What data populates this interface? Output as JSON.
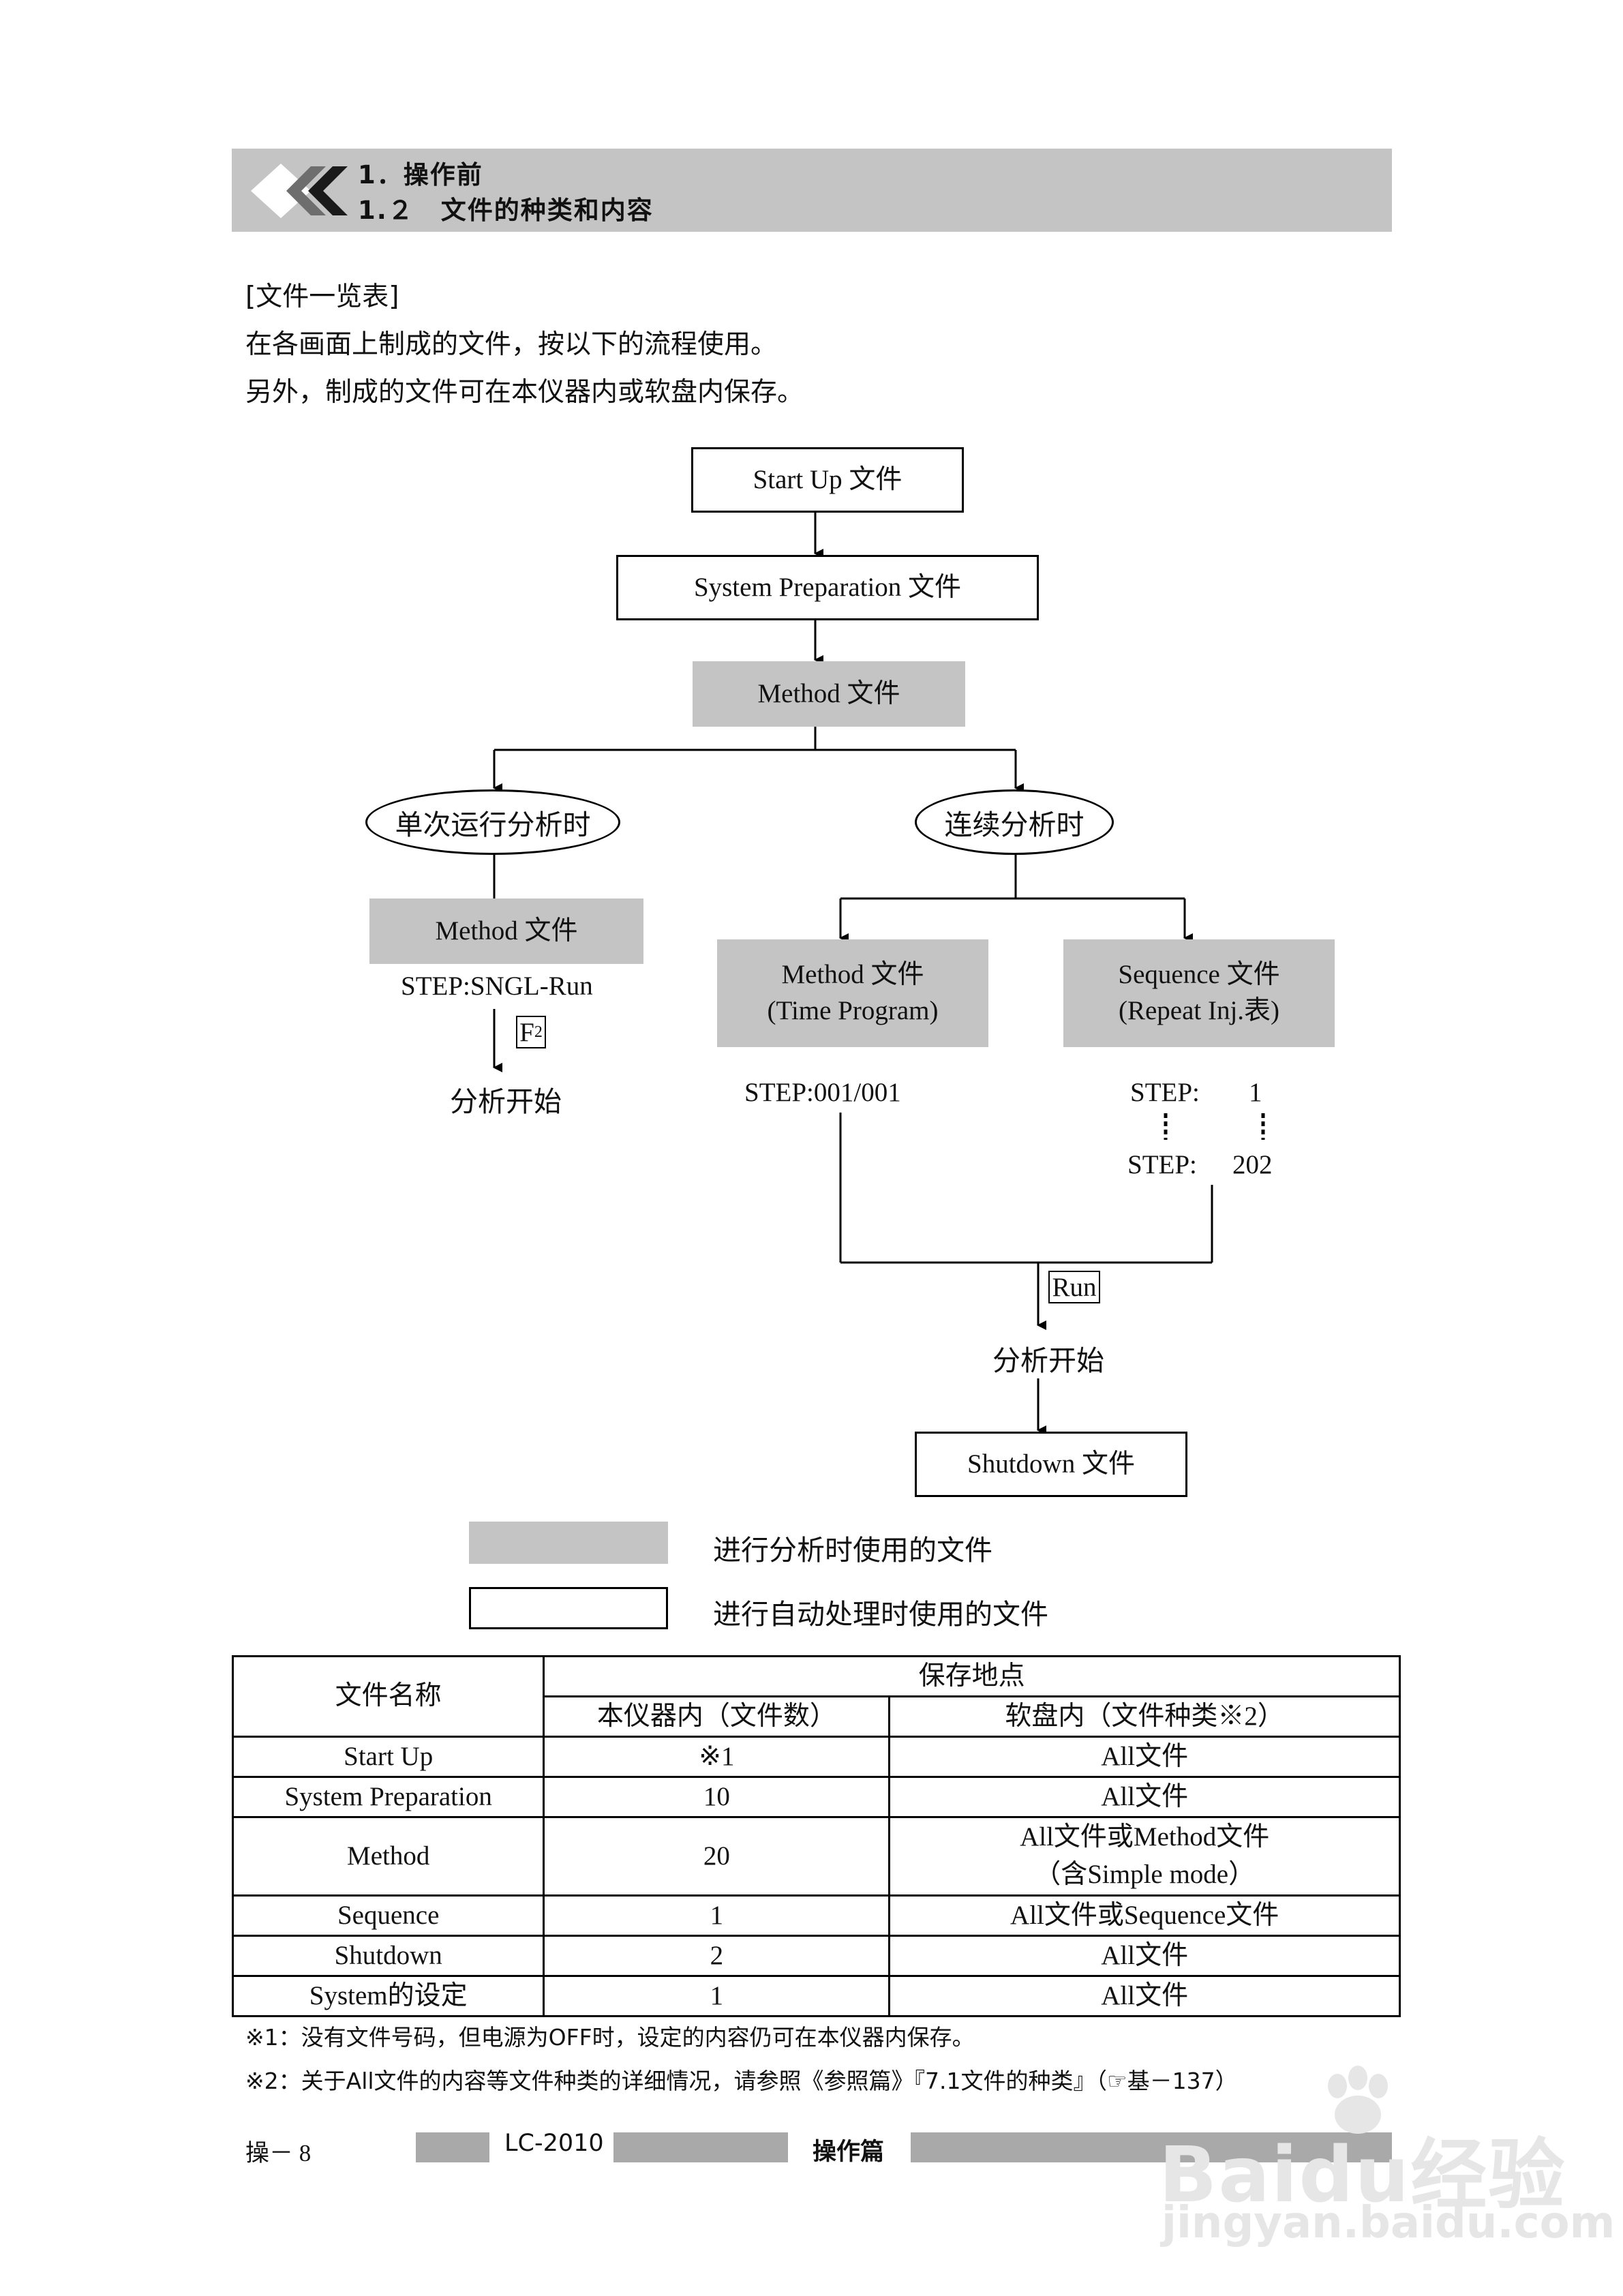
{
  "header": {
    "chapter": "1．操作前",
    "section": "1.２　文件的种类和内容"
  },
  "intro": {
    "heading": "[文件一览表]",
    "line1": "在各画面上制成的文件，按以下的流程使用。",
    "line2": "另外，制成的文件可在本仪器内或软盘内保存。"
  },
  "flow": {
    "startup": "Start Up 文件",
    "sysprep": "System Preparation 文件",
    "method_top": "Method 文件",
    "branch_single": "单次运行分析时",
    "branch_continuous": "连续分析时",
    "method_single": "Method 文件",
    "step_single": "STEP:SNGL-Run",
    "key_f": "F",
    "key_f_sub": "2",
    "start_single": "分析开始",
    "method_time_line1": "Method 文件",
    "method_time_line2": "(Time Program)",
    "sequence_line1": "Sequence 文件",
    "sequence_line2": "(Repeat Inj.表)",
    "step_method": "STEP:001/001",
    "step_seq_label1": "STEP:",
    "step_seq_val1": "1",
    "step_seq_label2": "STEP:",
    "step_seq_val2": "202",
    "key_run": "Run",
    "start_continuous": "分析开始",
    "shutdown": "Shutdown 文件"
  },
  "legend": {
    "gray_label": "进行分析时使用的文件",
    "white_label": "进行自动处理时使用的文件"
  },
  "table": {
    "col_name": "文件名称",
    "col_location": "保存地点",
    "col_internal": "本仪器内（文件数）",
    "col_floppy": "软盘内（文件种类※2）",
    "rows": [
      {
        "name": "Start Up",
        "internal": "※1",
        "floppy": "All文件"
      },
      {
        "name": "System Preparation",
        "internal": "10",
        "floppy": "All文件"
      },
      {
        "name": "Method",
        "internal": "20",
        "floppy": "All文件或Method文件",
        "floppy2": "（含Simple mode）"
      },
      {
        "name": "Sequence",
        "internal": "1",
        "floppy": "All文件或Sequence文件"
      },
      {
        "name": "Shutdown",
        "internal": "2",
        "floppy": "All文件"
      },
      {
        "name": "System的设定",
        "internal": "1",
        "floppy": "All文件"
      }
    ]
  },
  "notes": {
    "note1": "※1：没有文件号码，但电源为OFF时，设定的内容仍可在本仪器内保存。",
    "note2": "※2：关于All文件的内容等文件种类的详细情况，请参照《参照篇》『7.1文件的种类』（☞基－137）"
  },
  "footer": {
    "page": "操－ 8",
    "model": "LC-2010",
    "volume": "操作篇"
  },
  "watermark": {
    "brand": "Baidu经验",
    "url": "jingyan.baidu.com"
  }
}
